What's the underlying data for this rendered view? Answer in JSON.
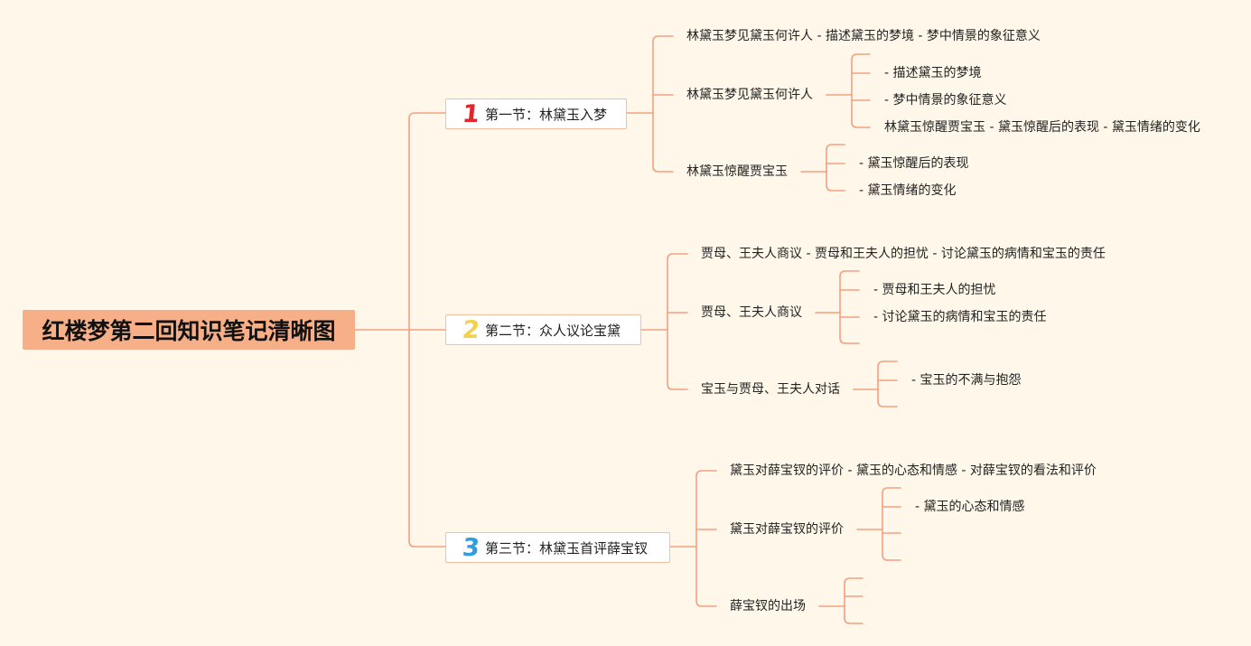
{
  "root": {
    "title": "红楼梦第二回知识笔记清晰图"
  },
  "colors": {
    "background": "#FFF8EA",
    "line": "#F3A07F",
    "root_fill": "#F7AF88",
    "box_border": "#F5BE9F"
  },
  "sections": [
    {
      "number": "1",
      "number_color": "#E3262C",
      "title": "第一节：林黛玉入梦",
      "children": [
        {
          "label": "林黛玉梦见黛玉何许人 - 描述黛玉的梦境 - 梦中情景的象征意义"
        },
        {
          "label": "林黛玉梦见黛玉何许人",
          "children": [
            "- 描述黛玉的梦境",
            "- 梦中情景的象征意义",
            "林黛玉惊醒贾宝玉 - 黛玉惊醒后的表现 - 黛玉情绪的变化"
          ]
        },
        {
          "label": "林黛玉惊醒贾宝玉",
          "children": [
            "- 黛玉惊醒后的表现",
            "- 黛玉情绪的变化"
          ]
        }
      ]
    },
    {
      "number": "2",
      "number_color": "#F2D24B",
      "title": "第二节：众人议论宝黛",
      "children": [
        {
          "label": "贾母、王夫人商议 - 贾母和王夫人的担忧 - 讨论黛玉的病情和宝玉的责任"
        },
        {
          "label": "贾母、王夫人商议",
          "children": [
            "- 贾母和王夫人的担忧",
            "- 讨论黛玉的病情和宝玉的责任"
          ]
        },
        {
          "label": "宝玉与贾母、王夫人对话",
          "children": [
            "- 宝玉的不满与抱怨"
          ]
        }
      ]
    },
    {
      "number": "3",
      "number_color": "#2E9BE2",
      "title": "第三节：林黛玉首评薛宝钗",
      "children": [
        {
          "label": "黛玉对薛宝钗的评价 - 黛玉的心态和情感 - 对薛宝钗的看法和评价"
        },
        {
          "label": "黛玉对薛宝钗的评价",
          "children": [
            "- 黛玉的心态和情感"
          ]
        },
        {
          "label": "薛宝钗的出场",
          "children": []
        }
      ]
    }
  ]
}
